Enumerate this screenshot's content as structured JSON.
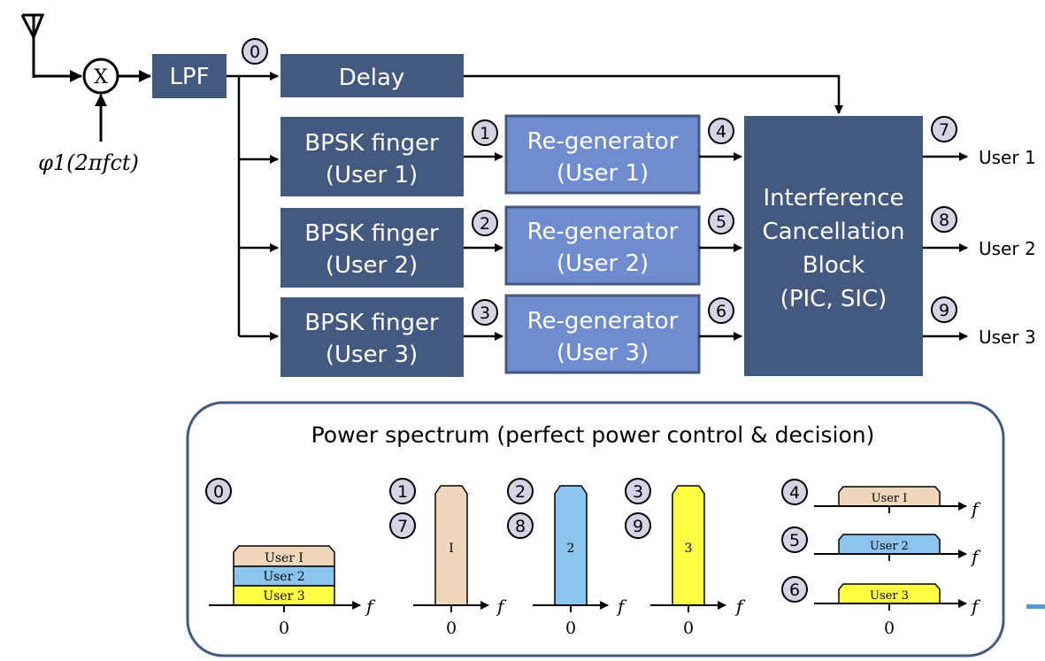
{
  "colors": {
    "block_dark": "#44597F",
    "block_light": "#6F8CCF",
    "circle_fill": "#D6D3E4",
    "user1": "#F0D6BA",
    "user2": "#8CC4F0",
    "user3": "#FFFF44",
    "panel_border": "#44597F",
    "accent_line": "#5B9BD5"
  },
  "signal_path": {
    "antenna": "antenna-icon",
    "mixer_label": "X",
    "carrier_label": "φ1(2πfct)",
    "lpf": "LPF",
    "delay": "Delay"
  },
  "fingers": [
    {
      "line1": "BPSK finger",
      "line2": "(User 1)"
    },
    {
      "line1": "BPSK finger",
      "line2": "(User 2)"
    },
    {
      "line1": "BPSK finger",
      "line2": "(User 3)"
    }
  ],
  "regenerators": [
    {
      "line1": "Re-generator",
      "line2": "(User 1)"
    },
    {
      "line1": "Re-generator",
      "line2": "(User 2)"
    },
    {
      "line1": "Re-generator",
      "line2": "(User 3)"
    }
  ],
  "ic_block": {
    "line1": "Interference",
    "line2": "Cancellation",
    "line3": "Block",
    "line4": "(PIC, SIC)"
  },
  "outputs": [
    "User 1",
    "User 2",
    "User 3"
  ],
  "markers": [
    "0",
    "1",
    "2",
    "3",
    "4",
    "5",
    "6",
    "7",
    "8",
    "9"
  ],
  "spectrum": {
    "title": "Power spectrum (perfect power control & decision)",
    "freq_label": "f",
    "zero_label": "0",
    "stack_labels": [
      "User I",
      "User 2",
      "User 3"
    ],
    "tall_labels": [
      "I",
      "2",
      "3"
    ],
    "flat_labels": [
      "User I",
      "User 2",
      "User 3"
    ]
  }
}
